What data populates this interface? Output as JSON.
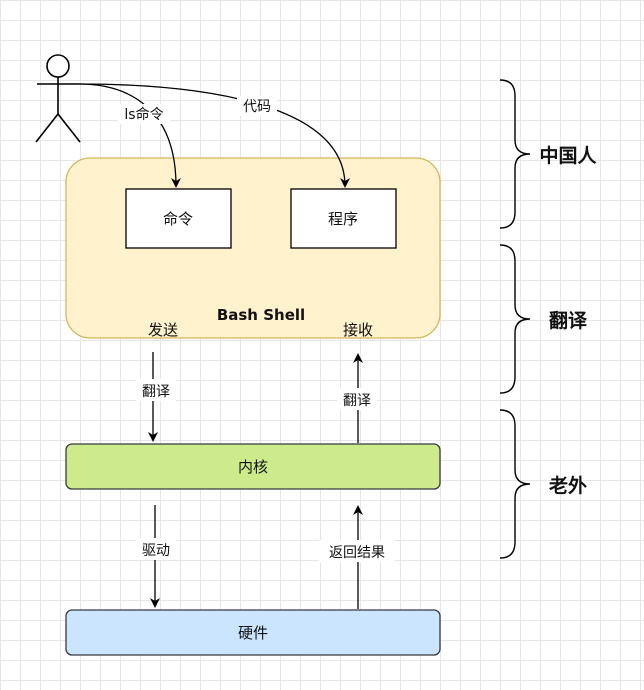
{
  "actor": {
    "edge_ls": "ls命令",
    "edge_code": "代码"
  },
  "shell": {
    "title": "Bash Shell",
    "command_box": "命令",
    "program_box": "程序",
    "send": "发送",
    "receive": "接收"
  },
  "kernel": {
    "label": "内核"
  },
  "hardware": {
    "label": "硬件"
  },
  "edges": {
    "translate_down": "翻译",
    "translate_up": "翻译",
    "drive": "驱动",
    "return_result": "返回结果"
  },
  "braces": {
    "chinese": "中国人",
    "translate": "翻译",
    "foreigner": "老外"
  },
  "colors": {
    "shell_fill": "#fff2cc",
    "shell_stroke": "#d6b656",
    "kernel_fill": "#cdeb8b",
    "hardware_fill": "#cce5ff"
  }
}
